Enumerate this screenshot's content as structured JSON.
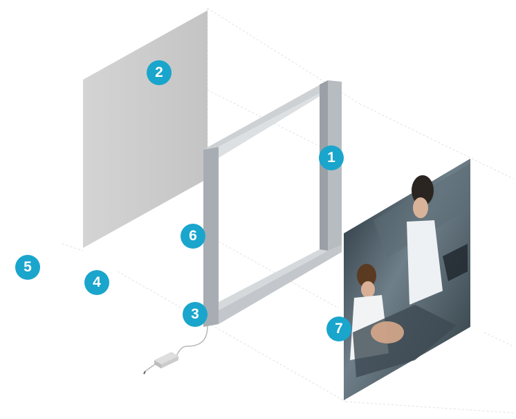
{
  "colors": {
    "badge": "#1aa5cc",
    "frame_light": "#c9cdd1",
    "frame_dark": "#9aa0a6",
    "back_panel": "#cfcfcf",
    "guide_lines": "#e1e1e1"
  },
  "callouts": [
    {
      "label": "1"
    },
    {
      "label": "2"
    },
    {
      "label": "3"
    },
    {
      "label": "4"
    },
    {
      "label": "5"
    },
    {
      "label": "6"
    },
    {
      "label": "7"
    }
  ]
}
